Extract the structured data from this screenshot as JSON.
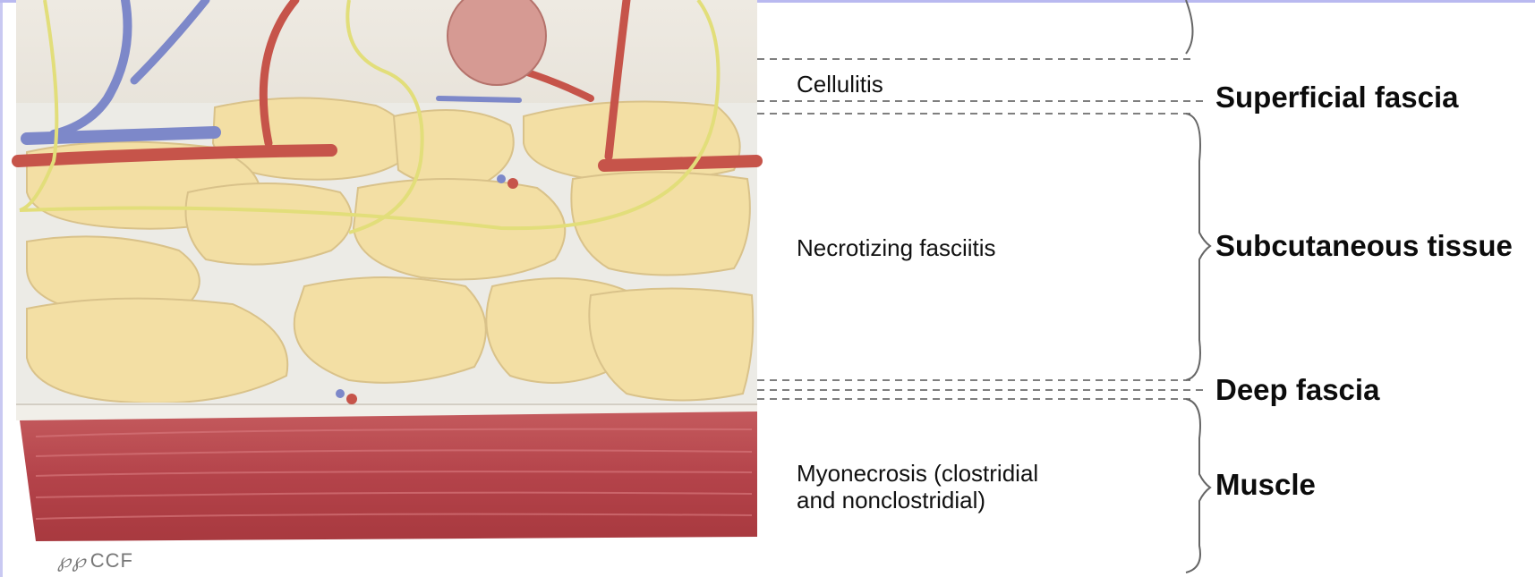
{
  "diagram": {
    "clinical_labels": {
      "cellulitis": "Cellulitis",
      "necrotizing_fasciitis": "Necrotizing fasciitis",
      "myonecrosis_line1": "Myonecrosis (clostridial",
      "myonecrosis_line2": "and nonclostridial)"
    },
    "layer_labels": {
      "superficial_fascia": "Superficial fascia",
      "subcutaneous_tissue": "Subcutaneous tissue",
      "deep_fascia": "Deep fascia",
      "muscle": "Muscle"
    },
    "credit": "CCF",
    "colors": {
      "fat": "#f3dfa4",
      "fat_outline": "#d9c28a",
      "muscle": "#b8474d",
      "artery": "#c6544a",
      "vein": "#7d88c9",
      "nerve": "#e2de7a",
      "dashed_line": "#555555"
    }
  }
}
